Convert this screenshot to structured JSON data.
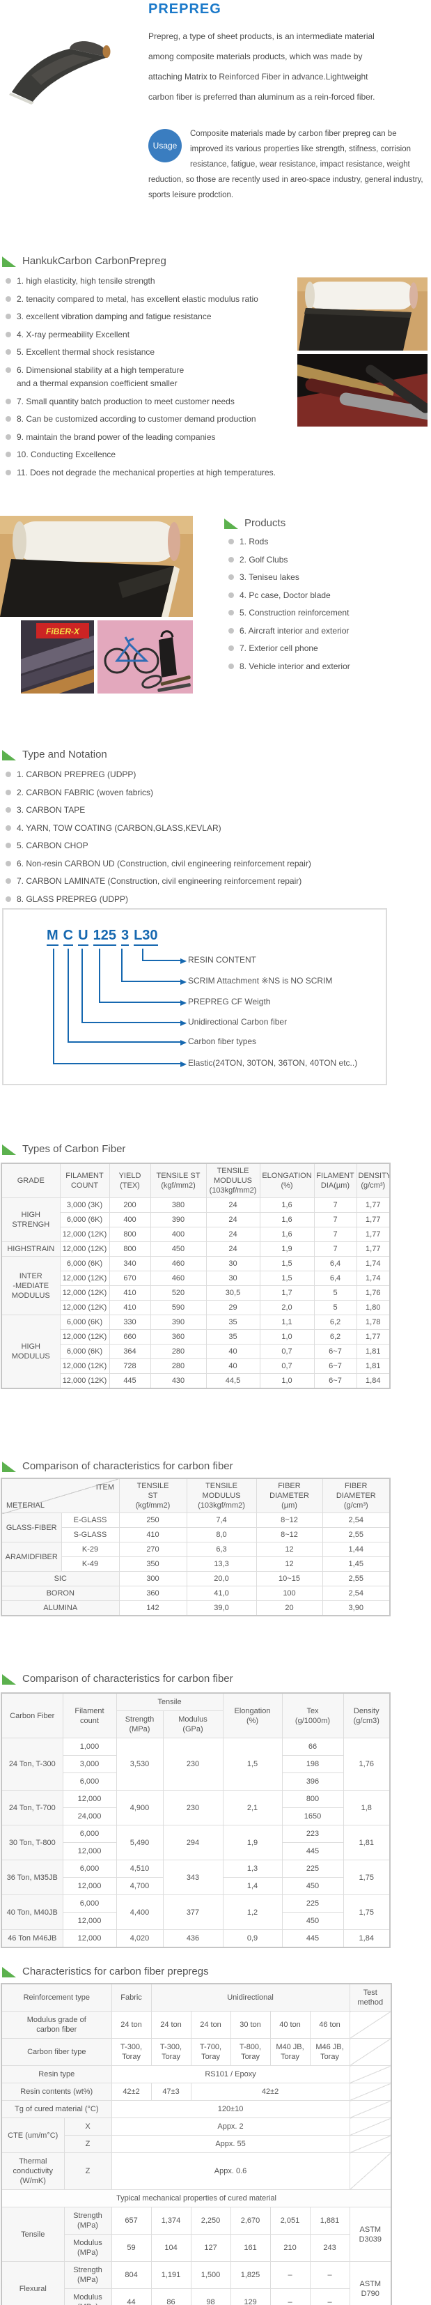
{
  "page": {
    "title": "PREPREG",
    "intro": "Prepreg, a type of sheet products, is an intermediate material\namong composite materials products, which was made by\nattaching Matrix to Reinforced Fiber in advance.Lightweight\ncarbon fiber is preferred than aluminum as a rein-forced fiber.",
    "usage_label": "Usage",
    "usage_text": "Composite materials made by carbon fiber prepreg can be improved its various properties like strength, stifness, corrision resistance, fatigue, wear resistance, impact resistance, weight  reduction, so those are recently used in areo-space industry, general industry, sports leisure prodction."
  },
  "features": {
    "heading": "HankukCarbon CarbonPrepreg",
    "items": [
      "1. high elasticity, high tensile strength",
      "2. tenacity compared to metal, has excellent elastic modulus ratio",
      "3. excellent vibration damping and fatigue resistance",
      "4. X-ray permeability Excellent",
      "5. Excellent thermal shock resistance",
      "6. Dimensional stability at a high temperature\nand a thermal expansion coefficient smaller",
      "7. Small quantity batch production to meet customer needs",
      "8. Can be customized according to customer demand production",
      "9. maintain the brand power of the leading companies",
      "10. Conducting Excellence",
      "11. Does not degrade the mechanical properties  at high temperatures."
    ]
  },
  "products": {
    "heading": "Products",
    "fiber_logo": "FiBER-X",
    "items": [
      "1. Rods",
      "2. Golf Clubs",
      "3. Teniseu lakes",
      "4. Pc case, Doctor blade",
      "5. Construction reinforcement",
      "6. Aircraft interior and exterior",
      "7. Exterior cell phone",
      "8. Vehicle interior and exterior"
    ]
  },
  "type_notation": {
    "heading": "Type and Notation",
    "items": [
      "1. CARBON PREPREG (UDPP)",
      "2. CARBON FABRIC (woven fabrics)",
      "3. CARBON TAPE",
      "4. YARN, TOW COATING (CARBON,GLASS,KEVLAR)",
      "5. CARBON CHOP",
      "6. Non-resin CARBON UD (Construction, civil engineering reinforcement repair)",
      "7. CARBON LAMINATE (Construction, civil engineering reinforcement repair)",
      "8. GLASS PREPREG (UDPP)"
    ]
  },
  "notation": {
    "code_segments": [
      "M",
      "C",
      "U",
      "125",
      "3",
      "L30"
    ],
    "labels": [
      "RESIN CONTENT",
      "SCRIM  Attachment  ※NS is NO SCRIM",
      "PREPREG CF Weigth",
      "Unidirectional Carbon fiber",
      "Carbon fiber types",
      "Elastic(24TON, 30TON, 36TON, 40TON etc..)"
    ]
  },
  "tables": {
    "types": {
      "heading": "Types of Carbon Fiber",
      "cols": [
        84,
        71,
        59,
        80,
        77,
        78,
        61,
        48
      ],
      "rows": [
        [
          {
            "t": "GRADE",
            "c": "hd"
          },
          {
            "t": "FILAMENT\nCOUNT",
            "c": "hd"
          },
          {
            "t": "YIELD\n(TEX)",
            "c": "hd"
          },
          {
            "t": "TENSILE ST\n(kgf/mm2)",
            "c": "hd"
          },
          {
            "t": "TENSILE\nMODULUS\n(103kgf/mm2)",
            "c": "hd"
          },
          {
            "t": "ELONGATION\n(%)",
            "c": "hd"
          },
          {
            "t": "FILAMENT\nDIA(µm)",
            "c": "hd"
          },
          {
            "t": "DENSITY\n(g/cm³)",
            "c": "hd"
          }
        ],
        [
          {
            "t": "HIGH\nSTRENGH",
            "rs": 3,
            "c": "lab"
          },
          "3,000 (3K)",
          "200",
          "380",
          "24",
          "1,6",
          "7",
          "1,77"
        ],
        [
          "6,000 (6K)",
          "400",
          "390",
          "24",
          "1,6",
          "7",
          "1,77"
        ],
        [
          "12,000 (12K)",
          "800",
          "400",
          "24",
          "1,6",
          "7",
          "1,77"
        ],
        [
          {
            "t": "HIGHSTRAIN",
            "c": "lab"
          },
          "12,000 (12K)",
          "800",
          "450",
          "24",
          "1,9",
          "7",
          "1,77"
        ],
        [
          {
            "t": "INTER\n-MEDIATE\nMODULUS",
            "rs": 4,
            "c": "lab"
          },
          "6,000 (6K)",
          "340",
          "460",
          "30",
          "1,5",
          "6,4",
          "1,74"
        ],
        [
          "12,000 (12K)",
          "670",
          "460",
          "30",
          "1,5",
          "6,4",
          "1,74"
        ],
        [
          "12,000 (12K)",
          "410",
          "520",
          "30,5",
          "1,7",
          "5",
          "1,76"
        ],
        [
          "12,000 (12K)",
          "410",
          "590",
          "29",
          "2,0",
          "5",
          "1,80"
        ],
        [
          {
            "t": "HIGH\nMODULUS",
            "rs": 5,
            "c": "lab"
          },
          "6,000 (6K)",
          "330",
          "390",
          "35",
          "1,1",
          "6,2",
          "1,78"
        ],
        [
          "12,000 (12K)",
          "660",
          "360",
          "35",
          "1,0",
          "6,2",
          "1,77"
        ],
        [
          "6,000 (6K)",
          "364",
          "280",
          "40",
          "0,7",
          "6~7",
          "1,81"
        ],
        [
          "12,000 (12K)",
          "728",
          "280",
          "40",
          "0,7",
          "6~7",
          "1,81"
        ],
        [
          "12,000 (12K)",
          "445",
          "430",
          "44,5",
          "1,0",
          "6~7",
          "1,84"
        ]
      ]
    },
    "comparison1": {
      "heading": "Comparison of characteristics for carbon fiber",
      "corner_top": "ITEM",
      "corner_bottom": "METERIAL",
      "cols": [
        86,
        83,
        97,
        100,
        95,
        97
      ],
      "rows": [
        [
          {
            "t": "",
            "cs": 2,
            "c": "hd"
          },
          {
            "t": "TENSILE\nST\n(kgf/mm2)",
            "c": "hd"
          },
          {
            "t": "TENSILE\nMODULUS\n(103kgf/mm2)",
            "c": "hd"
          },
          {
            "t": "FIBER\nDIAMETER\n(µm)",
            "c": "hd"
          },
          {
            "t": "FIBER\nDIAMETER\n(g/cm³)",
            "c": "hd"
          }
        ],
        [
          {
            "t": "GLASS-FIBER",
            "rs": 2,
            "c": "lab"
          },
          "E-GLASS",
          "250",
          "7,4",
          "8~12",
          "2,54"
        ],
        [
          "S-GLASS",
          "410",
          "8,0",
          "8~12",
          "2,55"
        ],
        [
          {
            "t": "ARAMIDFIBER",
            "rs": 2,
            "c": "lab"
          },
          "K-29",
          "270",
          "6,3",
          "12",
          "1,44"
        ],
        [
          "K-49",
          "350",
          "13,3",
          "12",
          "1,45"
        ],
        [
          {
            "t": "SIC",
            "cs": 2,
            "c": "lab"
          },
          "300",
          "20,0",
          "10~15",
          "2,55"
        ],
        [
          {
            "t": "BORON",
            "cs": 2,
            "c": "lab"
          },
          "360",
          "41,0",
          "100",
          "2,54"
        ],
        [
          {
            "t": "ALUMINA",
            "cs": 2,
            "c": "lab"
          },
          "142",
          "39,0",
          "20",
          "3,90"
        ]
      ]
    },
    "comparison2": {
      "heading": "Comparison of characteristics for carbon fiber",
      "cols": [
        88,
        77,
        67,
        86,
        85,
        88,
        67
      ],
      "rows": [
        [
          {
            "t": "Carbon Fiber",
            "rs": 2,
            "c": "hd"
          },
          {
            "t": "Filament\ncount",
            "rs": 2,
            "c": "hd"
          },
          {
            "t": "Tensile",
            "cs": 2,
            "c": "hd"
          },
          {
            "t": "Elongation\n(%)",
            "rs": 2,
            "c": "hd"
          },
          {
            "t": "Tex\n(g/1000m)",
            "rs": 2,
            "c": "hd"
          },
          {
            "t": "Density\n(g/cm3)",
            "rs": 2,
            "c": "hd"
          }
        ],
        [
          {
            "t": "Strength\n(MPa)",
            "c": "hd"
          },
          {
            "t": "Modulus\n(GPa)",
            "c": "hd"
          }
        ],
        [
          {
            "t": "24 Ton, T-300",
            "rs": 3,
            "c": "lab"
          },
          "1,000",
          {
            "t": "3,530",
            "rs": 3
          },
          {
            "t": "230",
            "rs": 3
          },
          {
            "t": "1,5",
            "rs": 3
          },
          "66",
          {
            "t": "1,76",
            "rs": 3
          }
        ],
        [
          "3,000",
          "198"
        ],
        [
          "6,000",
          "396"
        ],
        [
          {
            "t": "24 Ton, T-700",
            "rs": 2,
            "c": "lab"
          },
          "12,000",
          {
            "t": "4,900",
            "rs": 2
          },
          {
            "t": "230",
            "rs": 2
          },
          {
            "t": "2,1",
            "rs": 2
          },
          "800",
          {
            "t": "1,8",
            "rs": 2
          }
        ],
        [
          "24,000",
          "1650"
        ],
        [
          {
            "t": "30 Ton, T-800",
            "rs": 2,
            "c": "lab"
          },
          "6,000",
          {
            "t": "5,490",
            "rs": 2
          },
          {
            "t": "294",
            "rs": 2
          },
          {
            "t": "1,9",
            "rs": 2
          },
          "223",
          {
            "t": "1,81",
            "rs": 2
          }
        ],
        [
          "12,000",
          "445"
        ],
        [
          {
            "t": "36 Ton, M35JB",
            "rs": 2,
            "c": "lab"
          },
          "6,000",
          "4,510",
          {
            "t": "343",
            "rs": 2
          },
          "1,3",
          "225",
          {
            "t": "1,75",
            "rs": 2
          }
        ],
        [
          "12,000",
          "4,700",
          "1,4",
          "450"
        ],
        [
          {
            "t": "40 Ton, M40JB",
            "rs": 2,
            "c": "lab"
          },
          "6,000",
          {
            "t": "4,400",
            "rs": 2
          },
          {
            "t": "377",
            "rs": 2
          },
          {
            "t": "1,2",
            "rs": 2
          },
          "225",
          {
            "t": "1,75",
            "rs": 2
          }
        ],
        [
          "12,000",
          "450"
        ],
        [
          {
            "t": "46 Ton M46JB",
            "c": "lab"
          },
          "12,000",
          "4,020",
          "436",
          "0,9",
          "445",
          "1,84"
        ]
      ]
    },
    "prepregs": {
      "heading": "Characteristics for carbon fiber prepregs",
      "cols": [
        90,
        68,
        57,
        57,
        57,
        57,
        57,
        57,
        60
      ],
      "rows": [
        [
          {
            "t": "Reinforcement type",
            "cs": 2,
            "c": "lab"
          },
          {
            "t": "Fabric",
            "c": "hd"
          },
          {
            "t": "Unidirectional",
            "cs": 5,
            "c": "hd"
          },
          {
            "t": "Test\nmethod",
            "c": "hd"
          }
        ],
        [
          {
            "t": "Modulus grade of\ncarbon fiber",
            "cs": 2,
            "c": "lab"
          },
          "24 ton",
          "24 ton",
          "24 ton",
          "30 ton",
          "40 ton",
          "46 ton",
          {
            "t": "",
            "c": "diag"
          }
        ],
        [
          {
            "t": "Carbon fiber type",
            "cs": 2,
            "c": "lab"
          },
          "T-300,\nToray",
          "T-300,\nToray",
          "T-700,\nToray",
          "T-800,\nToray",
          "M40 JB,\nToray",
          "M46 JB,\nToray",
          {
            "t": "",
            "c": "diag"
          }
        ],
        [
          {
            "t": "Resin type",
            "cs": 2,
            "c": "lab"
          },
          {
            "t": "RS101 / Epoxy",
            "cs": 6
          },
          {
            "t": "",
            "c": "diag"
          }
        ],
        [
          {
            "t": "Resin contents (wt%)",
            "cs": 2,
            "c": "lab"
          },
          "42±2",
          "47±3",
          {
            "t": "42±2",
            "cs": 4
          },
          {
            "t": "",
            "c": "diag"
          }
        ],
        [
          {
            "t": "Tg of cured material (°C)",
            "cs": 2,
            "c": "lab"
          },
          {
            "t": "120±10",
            "cs": 6
          },
          {
            "t": "",
            "c": "diag"
          }
        ],
        [
          {
            "t": "CTE (um/m°C)",
            "rs": 2,
            "c": "lab"
          },
          {
            "t": "X",
            "c": "lab"
          },
          {
            "t": "Appx. 2",
            "cs": 6
          },
          {
            "t": "",
            "c": "diag"
          }
        ],
        [
          {
            "t": "Z",
            "c": "lab"
          },
          {
            "t": "Appx. 55",
            "cs": 6
          },
          {
            "t": "",
            "c": "diag"
          }
        ],
        [
          {
            "t": "Thermal conductivity\n(W/mK)",
            "c": "lab"
          },
          {
            "t": "Z",
            "c": "lab"
          },
          {
            "t": "Appx. 0.6",
            "cs": 6
          },
          {
            "t": "",
            "c": "diag"
          }
        ],
        [
          {
            "t": "Typical mechanical properties of cured material",
            "cs": 9,
            "c": "subhead"
          }
        ],
        [
          {
            "t": "Tensile",
            "rs": 2,
            "c": "lab"
          },
          {
            "t": "Strength\n(MPa)",
            "c": "lab"
          },
          "657",
          "1,374",
          "2,250",
          "2,670",
          "2,051",
          "1,881",
          {
            "t": "ASTM\nD3039",
            "rs": 2
          }
        ],
        [
          {
            "t": "Modulus\n(MPa)",
            "c": "lab"
          },
          "59",
          "104",
          "127",
          "161",
          "210",
          "243"
        ],
        [
          {
            "t": "Flexural",
            "rs": 2,
            "c": "lab"
          },
          {
            "t": "Strength\n(MPa)",
            "c": "lab"
          },
          "804",
          "1,191",
          "1,500",
          "1,825",
          "–",
          "–",
          {
            "t": "ASTM\nD790",
            "rs": 2
          }
        ],
        [
          {
            "t": "Modulus\n(MPa)",
            "c": "lab"
          },
          "44",
          "86",
          "98",
          "129",
          "–",
          "–"
        ]
      ]
    }
  },
  "colors": {
    "title_blue": "#1b79c9",
    "notation_blue": "#1668b0",
    "usage_blue": "#3a7dc0",
    "triangle_green": "#5cb14e"
  }
}
